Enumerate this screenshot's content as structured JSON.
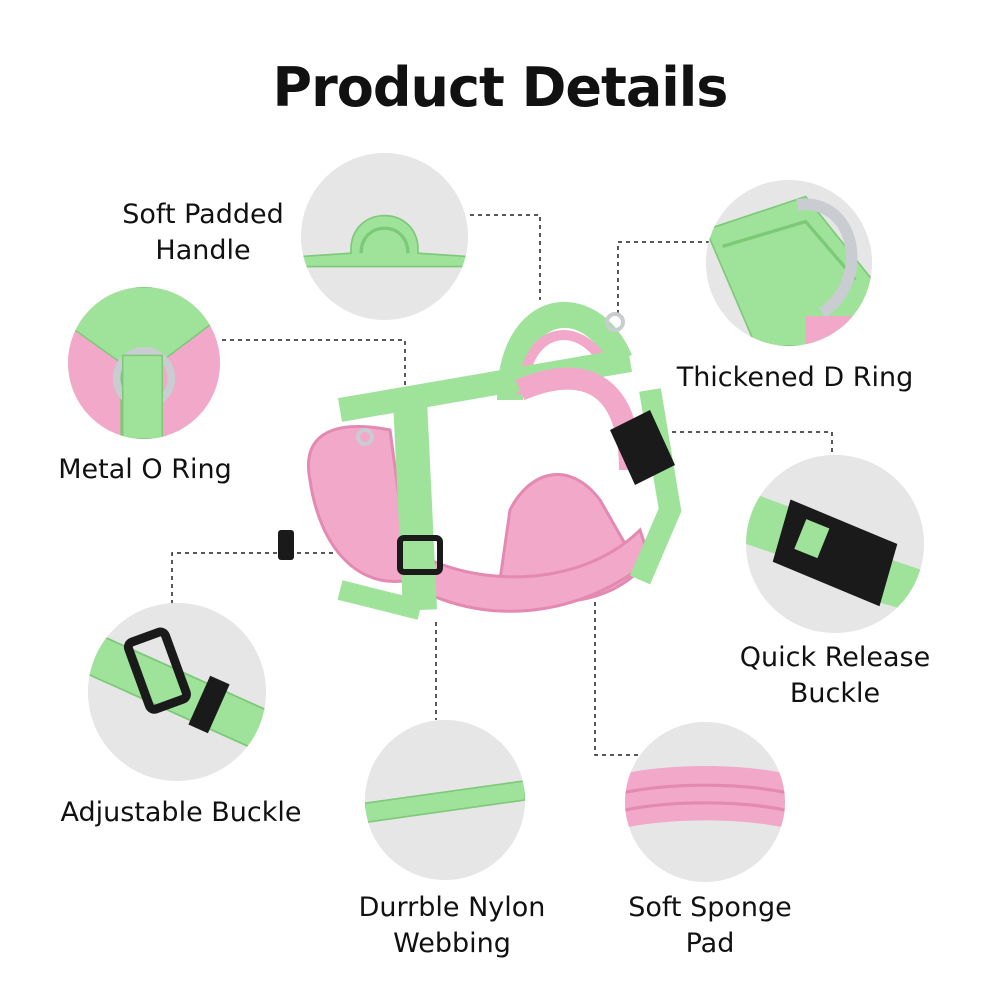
{
  "title": "Product Details",
  "features": {
    "handle": {
      "line1": "Soft Padded",
      "line2": "Handle"
    },
    "d_ring": {
      "line1": "Thickened D Ring"
    },
    "o_ring": {
      "line1": "Metal O Ring"
    },
    "quick_buckle": {
      "line1": "Quick Release",
      "line2": "Buckle"
    },
    "adjustable_buckle": {
      "line1": "Adjustable Buckle"
    },
    "webbing": {
      "line1": "Durrble Nylon",
      "line2": "Webbing"
    },
    "sponge_pad": {
      "line1": "Soft Sponge",
      "line2": "Pad"
    }
  },
  "colors": {
    "green": "#9fe39a",
    "green_dark": "#7cc978",
    "pink": "#f2a8c8",
    "pink_dark": "#e389b2",
    "buckle": "#1a1a1a",
    "metal": "#c9ccd1",
    "circle_bg": "#e6e6e6"
  }
}
